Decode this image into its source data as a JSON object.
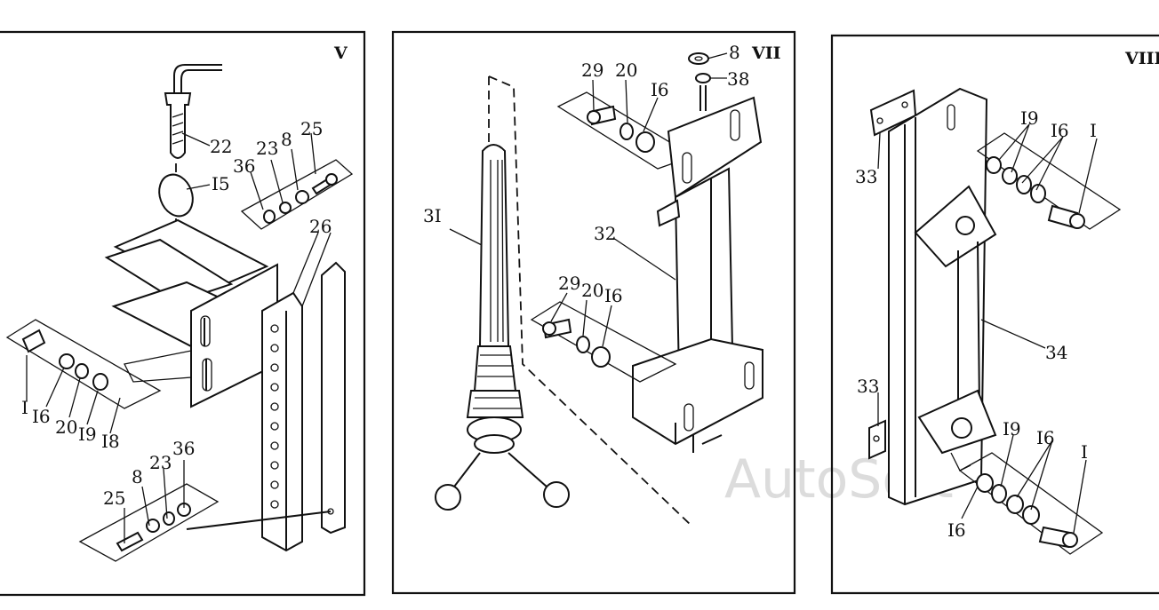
{
  "panels": [
    {
      "numeral": "V",
      "callouts": [
        "22",
        "I5",
        "36",
        "23",
        "8",
        "25",
        "26",
        "I",
        "I6",
        "20",
        "I9",
        "I8",
        "25",
        "8",
        "23",
        "36"
      ]
    },
    {
      "numeral": "VII",
      "callouts": [
        "29",
        "20",
        "I6",
        "8",
        "38",
        "3I",
        "32",
        "29",
        "20",
        "I6"
      ]
    },
    {
      "numeral": "VIII",
      "callouts": [
        "33",
        "I9",
        "I6",
        "I",
        "34",
        "33",
        "I9",
        "I6",
        "I",
        "I6"
      ]
    }
  ],
  "watermark": "AutoSoft"
}
